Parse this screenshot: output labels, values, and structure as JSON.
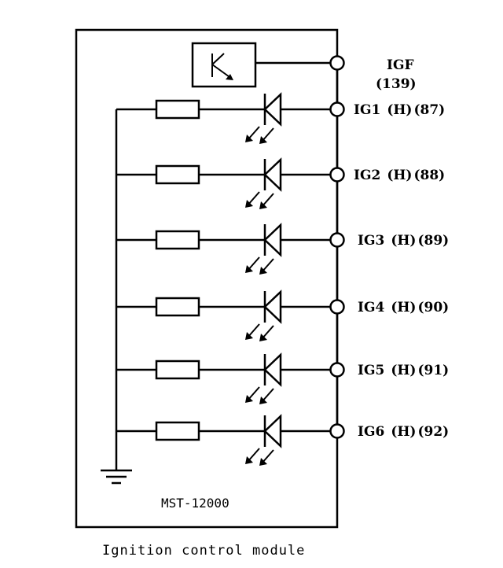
{
  "igf": {
    "name": "IGF",
    "code": "(139)"
  },
  "channels": [
    {
      "name": "IG1",
      "level": "(H)",
      "code": "(87)"
    },
    {
      "name": "IG2",
      "level": "(H)",
      "code": "(88)"
    },
    {
      "name": "IG3",
      "level": "(H)",
      "code": "(89)"
    },
    {
      "name": "IG4",
      "level": "(H)",
      "code": "(90)"
    },
    {
      "name": "IG5",
      "level": "(H)",
      "code": "(91)"
    },
    {
      "name": "IG6",
      "level": "(H)",
      "code": "(92)"
    }
  ],
  "module_label": "MST-12000",
  "caption": "Ignition control module",
  "colors": {
    "line": "#000000",
    "background": "#ffffff"
  }
}
